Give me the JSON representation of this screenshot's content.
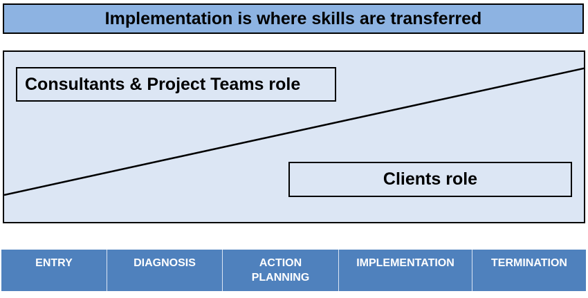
{
  "title": "Implementation is where skills are transferred",
  "roles": {
    "consultants": "Consultants & Project Teams role",
    "clients": "Clients role"
  },
  "phases": [
    {
      "label": "ENTRY"
    },
    {
      "label": "DIAGNOSIS"
    },
    {
      "label": "ACTION\nPLANNING"
    },
    {
      "label": "IMPLEMENTATION"
    },
    {
      "label": "TERMINATION"
    }
  ],
  "colors": {
    "title_fill": "#8db3e2",
    "panel_fill": "#dce6f4",
    "phase_fill": "#4f81bd"
  }
}
